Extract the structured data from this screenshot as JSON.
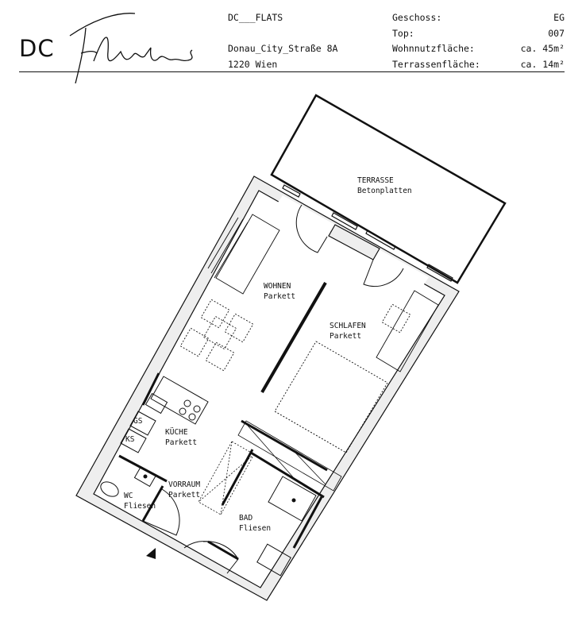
{
  "header": {
    "logo_text": "DC",
    "logo_script": "Flats",
    "brand_line": "DC___FLATS",
    "address_line1": "Donau_City_Straße 8A",
    "address_line2": "1220 Wien",
    "info": [
      {
        "label": "Geschoss:",
        "value": "EG"
      },
      {
        "label": "Top:",
        "value": "007"
      },
      {
        "label": "Wohnnutzfläche:",
        "value": "ca. 45m²"
      },
      {
        "label": "Terrassenfläche:",
        "value": "ca. 14m²"
      }
    ]
  },
  "rooms": {
    "terrasse": {
      "name": "TERRASSE",
      "floor": "Betonplatten"
    },
    "wohnen": {
      "name": "WOHNEN",
      "floor": "Parkett"
    },
    "schlafen": {
      "name": "SCHLAFEN",
      "floor": "Parkett"
    },
    "kueche": {
      "name": "KÜCHE",
      "floor": "Parkett"
    },
    "vorraum": {
      "name": "VORRAUM",
      "floor": "Parkett"
    },
    "wc": {
      "name": "WC",
      "floor": "Fliesen"
    },
    "bad": {
      "name": "BAD",
      "floor": "Fliesen"
    },
    "gs": {
      "name": "GS"
    },
    "ks": {
      "name": "KS"
    }
  }
}
